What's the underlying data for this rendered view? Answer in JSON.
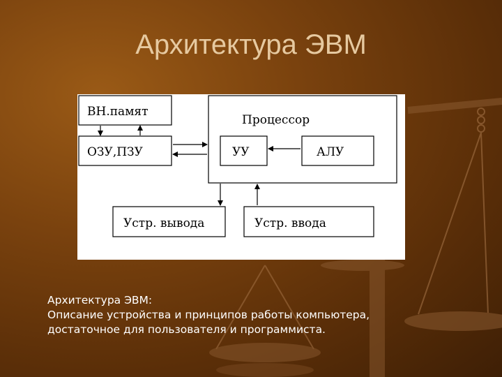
{
  "slide": {
    "title": "Архитектура ЭВМ",
    "caption_lines": [
      "Архитектура ЭВМ:",
      "Описание устройства и принципов работы компьютера,",
      "достаточное для пользователя и программиста."
    ]
  },
  "diagram": {
    "blocks": {
      "ext_memory": "ВН.памят",
      "processor": "Процессор",
      "ram_rom": "ОЗУ,ПЗУ",
      "control_unit": "УУ",
      "alu": "АЛУ",
      "output_device": "Устр. вывода",
      "input_device": "Устр. ввода"
    }
  },
  "colors": {
    "title": "#e6c9a0",
    "caption": "#ffffff",
    "background": "#7a420e"
  }
}
